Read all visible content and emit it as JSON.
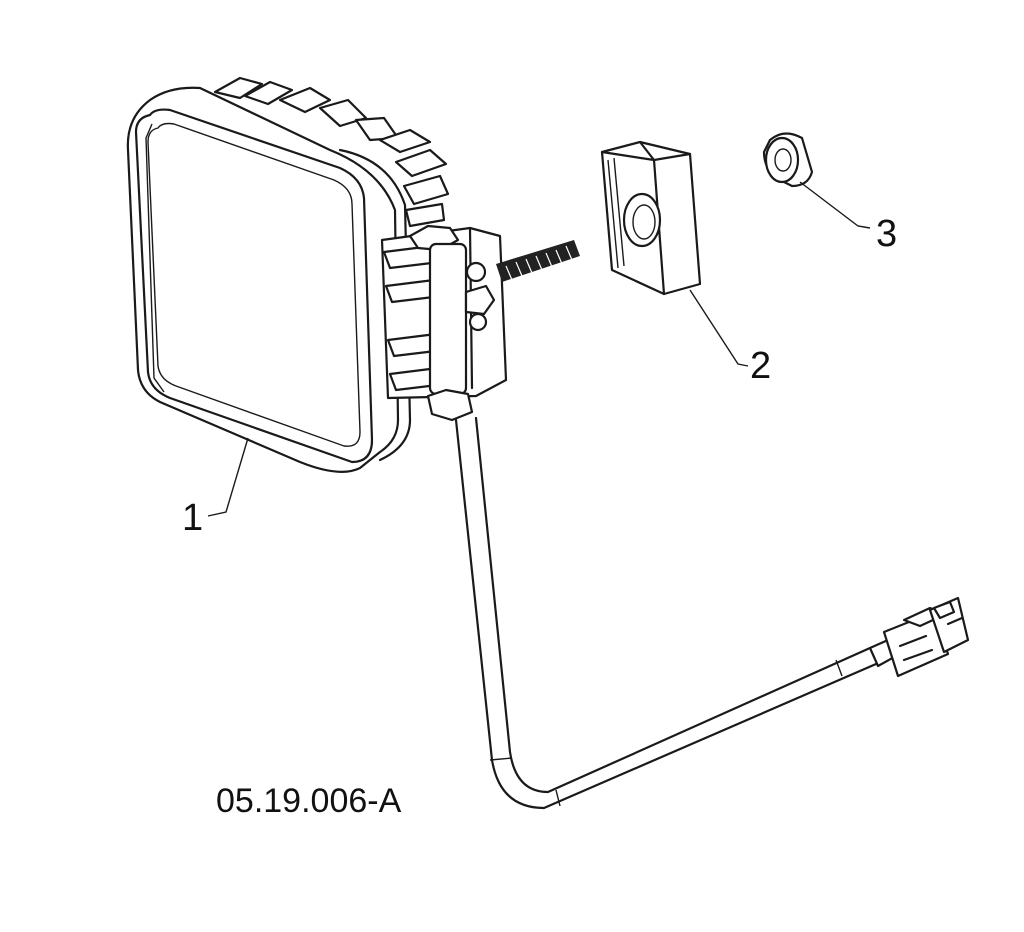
{
  "drawing_number": "05.19.006-A",
  "callouts": [
    {
      "label": "1",
      "part": "work-light"
    },
    {
      "label": "2",
      "part": "mounting-nut-block"
    },
    {
      "label": "3",
      "part": "flange-nut"
    }
  ]
}
